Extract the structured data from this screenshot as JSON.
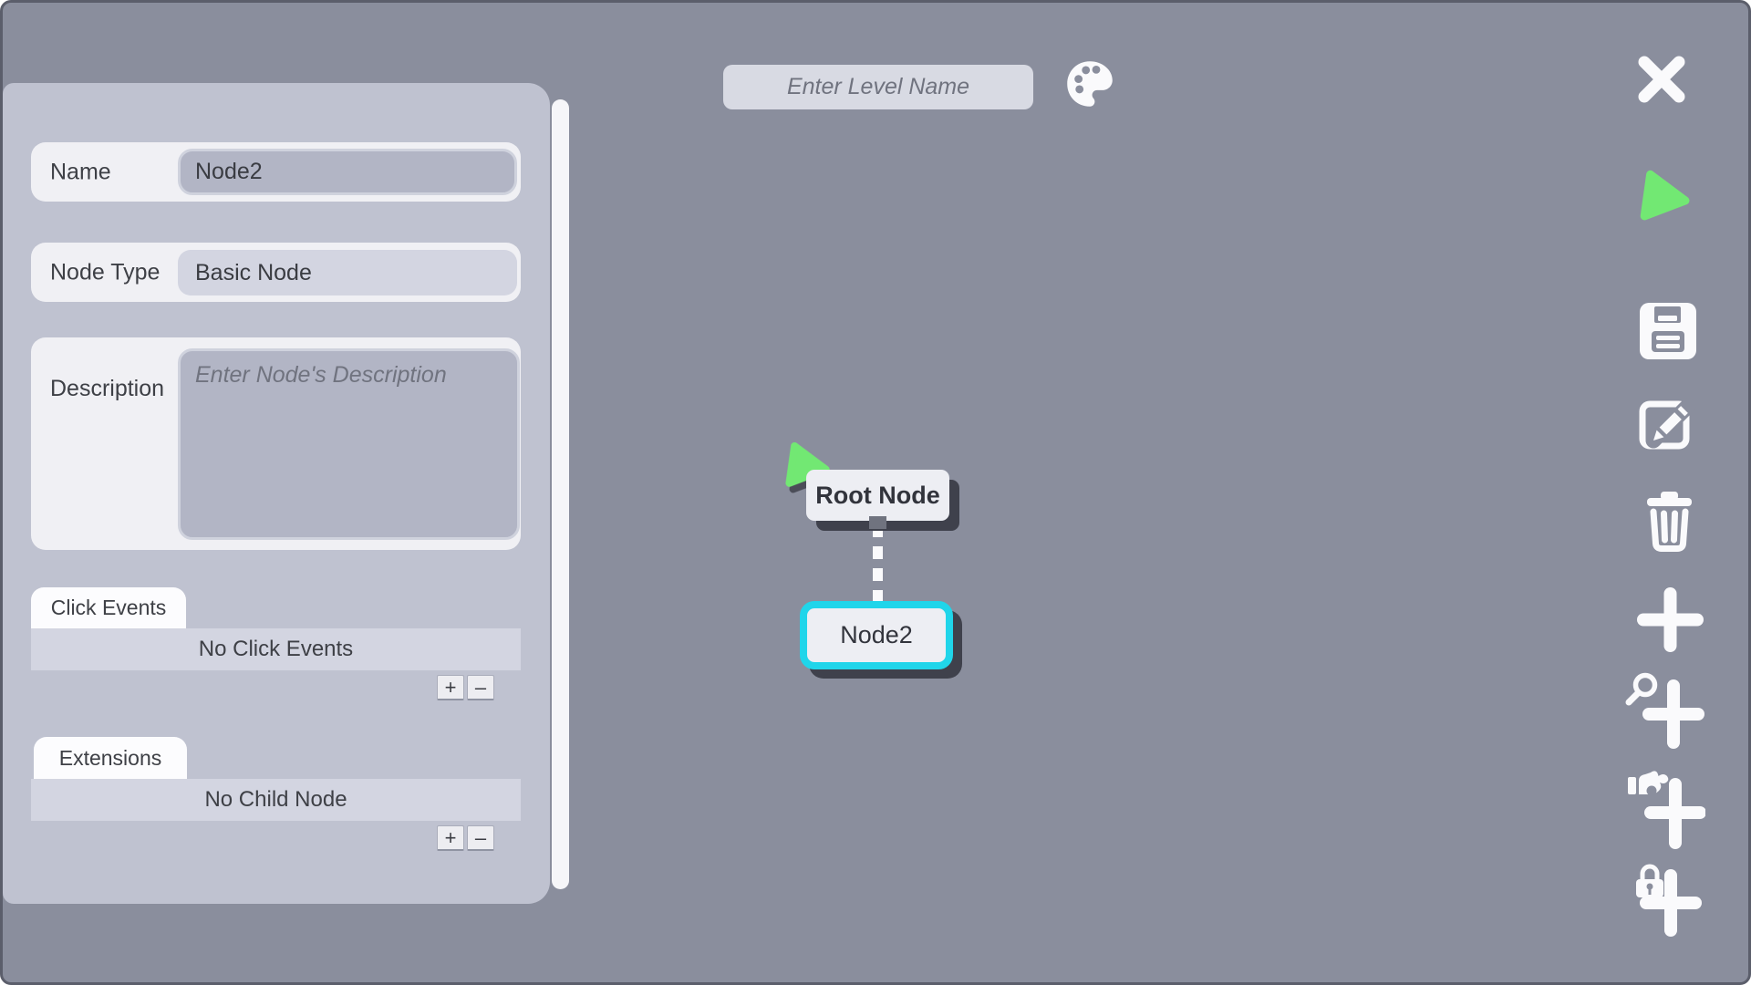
{
  "topbar": {
    "level_name_placeholder": "Enter Level Name"
  },
  "inspector": {
    "name_label": "Name",
    "name_value": "Node2",
    "node_type_label": "Node Type",
    "node_type_value": "Basic Node",
    "description_label": "Description",
    "description_placeholder": "Enter Node's Description",
    "click_events_tab": "Click Events",
    "click_events_empty": "No Click Events",
    "extensions_tab": "Extensions",
    "extensions_empty": "No Child Node",
    "add_label": "+",
    "remove_label": "–"
  },
  "canvas": {
    "root_node_label": "Root Node",
    "child_node_label": "Node2",
    "selected_node": "Node2"
  },
  "toolbar": {
    "buttons": [
      "close",
      "play",
      "save",
      "edit",
      "delete",
      "add-node",
      "add-with-zoom",
      "add-with-move",
      "add-locked"
    ]
  },
  "icons": {
    "top": "palette-icon",
    "node_marker": "play-triangle-icon"
  },
  "colors": {
    "background": "#8A8E9D",
    "panel": "#BFC2D0",
    "selection_cyan": "#20D5EA",
    "play_green": "#72E873",
    "node_shadow": "#3F414C",
    "icon_white": "#FAFAFC"
  }
}
